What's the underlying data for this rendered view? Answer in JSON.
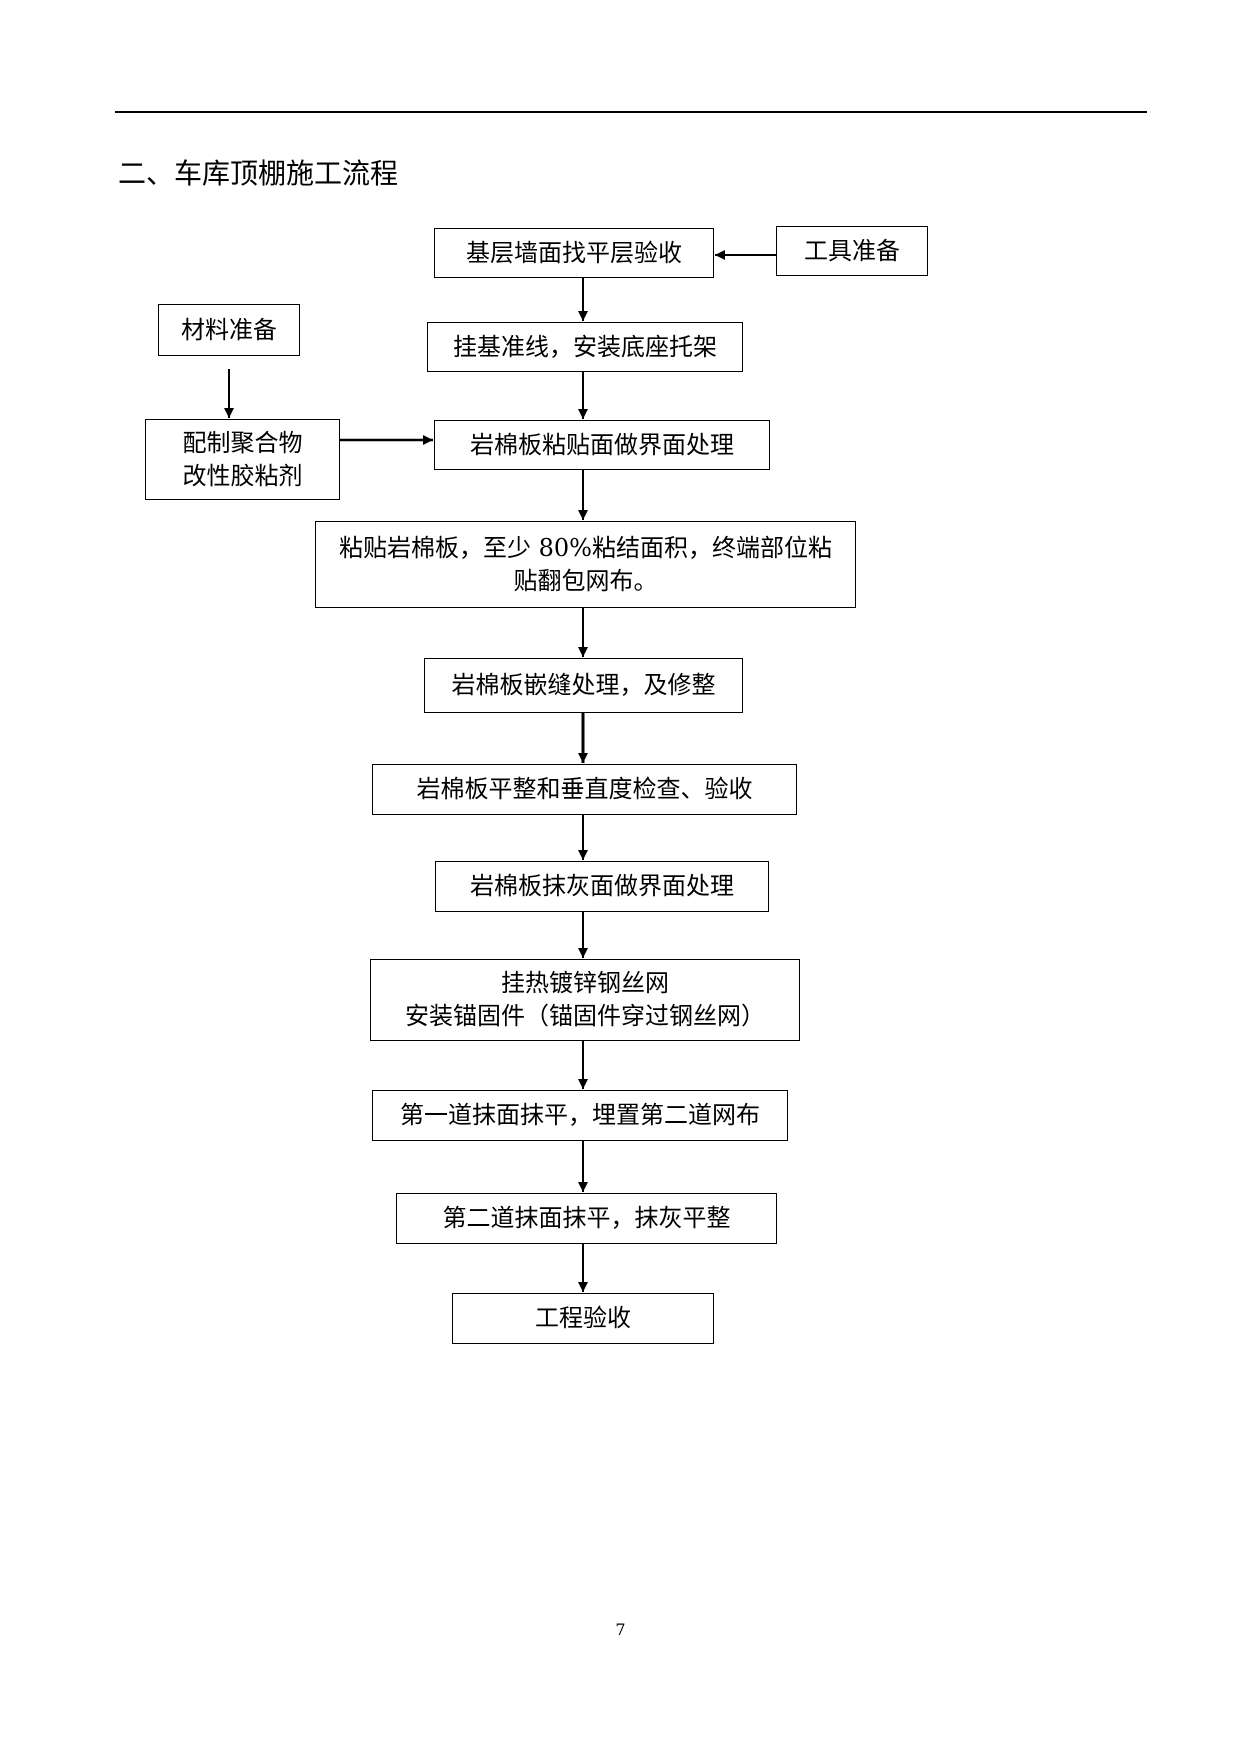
{
  "section_title": "二、车库顶棚施工流程",
  "boxes": {
    "tools": "工具准备",
    "materials": "材料准备",
    "adhesive_line1": "配制聚合物",
    "adhesive_line2": "改性胶粘剂",
    "base_check": "基层墙面找平层验收",
    "hang_line": "挂基准线，安装底座托架",
    "bond_interface": "岩棉板粘贴面做界面处理",
    "paste_line1": "粘贴岩棉板，至少 80%粘结面积，终端部位粘",
    "paste_line2": "贴翻包网布。",
    "joint": "岩棉板嵌缝处理，及修整",
    "flatness": "岩棉板平整和垂直度检查、验收",
    "plaster_interface": "岩棉板抹灰面做界面处理",
    "mesh_line1": "挂热镀锌钢丝网",
    "mesh_line2": "安装锚固件（锚固件穿过钢丝网）",
    "first_coat": "第一道抹面抹平，埋置第二道网布",
    "second_coat": "第二道抹面抹平，抹灰平整",
    "acceptance": "工程验收"
  },
  "page_number": "7"
}
